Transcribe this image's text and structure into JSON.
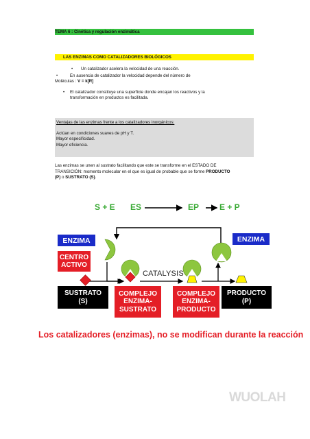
{
  "header": {
    "topic": "TEMA 6 : Cinética y regulación enzimática",
    "section_title": "LAS ENZIMAS COMO CATALIZADORES BIOLÓGICOS"
  },
  "bullets": {
    "b1": "Un catalizador acelera la velocidad de una reacción.",
    "b2_line1": "En ausencia de catalizador la velocidad depende del número de",
    "b2_line2_prefix": "Moléculas : ",
    "b2_formula": "V = k[R]",
    "b3_line1": "El catalizador constituye una superficie donde encajan los reactivos y la",
    "b3_line2": "transformación en productos es facilitada."
  },
  "advantages": {
    "title": "Ventajas de las enzimas frente a los catalizadores inorgánicos:",
    "items": [
      "Actúan en condiciones suaves de pH y T.",
      "Mayor especificidad.",
      "Mayor eficiencia."
    ]
  },
  "paragraph": {
    "line1": "Las enzimas se unen al sustrato facilitando que este se transforme en el ESTADO DE",
    "line2": "TRANSICIÓN: momento molecular en el que es igual de probable que se forme ",
    "producto_bold": "PRODUCTO",
    "line3_p": "(P)",
    "line3_o": " o ",
    "sustrato_bold": "SUSTRATO (S)",
    "line3_end": "."
  },
  "diagram": {
    "eq_s_plus_e": "S + E",
    "eq_es": "ES",
    "eq_ep": "EP",
    "eq_e_plus_p": "E + P",
    "enzima_left": "ENZIMA",
    "enzima_right": "ENZIMA",
    "centro_activo": "CENTRO ACTIVO",
    "catalysis": "CATALYSIS",
    "sustrato": "SUSTRATO (S)",
    "complejo_es": "COMPLEJO ENZIMA- SUSTRATO",
    "complejo_ep": "COMPLEJO ENZIMA- PRODUCTO",
    "producto": "PRODUCTO (P)",
    "colors": {
      "enzyme": "#8dc63f",
      "substrate": "#e41e26",
      "product": "#fff200",
      "blue": "#1a2bc8",
      "green_text": "#3aaa35"
    }
  },
  "caption": "Los catalizadores (enzimas), no se modifican durante la reacción",
  "watermark": "WUOLAH"
}
